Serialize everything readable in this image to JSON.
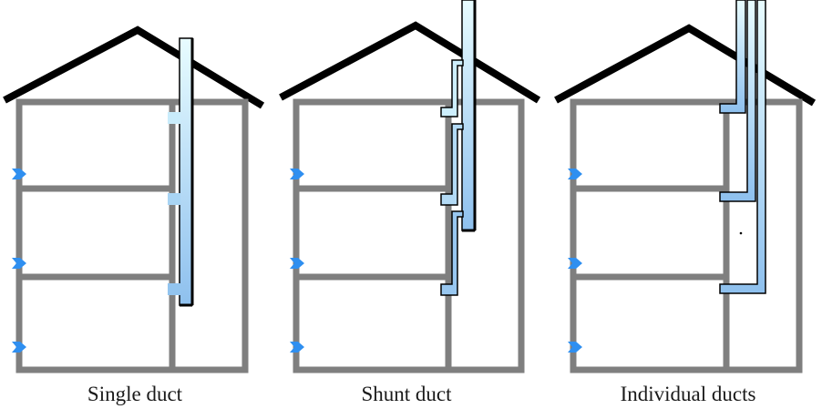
{
  "panels": [
    {
      "key": "single",
      "caption": "Single duct"
    },
    {
      "key": "shunt",
      "caption": "Shunt duct"
    },
    {
      "key": "individual",
      "caption": "Individual ducts"
    }
  ],
  "colors": {
    "roof": "#000000",
    "frame": "#7f7f7f",
    "duct_light": "#e8fcff",
    "duct_dark": "#8ec0ee",
    "duct_outline": "#000000",
    "inlet_arrow": "#2f8ff0",
    "caption": "#1a1a1a"
  },
  "icons": {
    "inlet": "air-inlet-arrow-icon"
  }
}
